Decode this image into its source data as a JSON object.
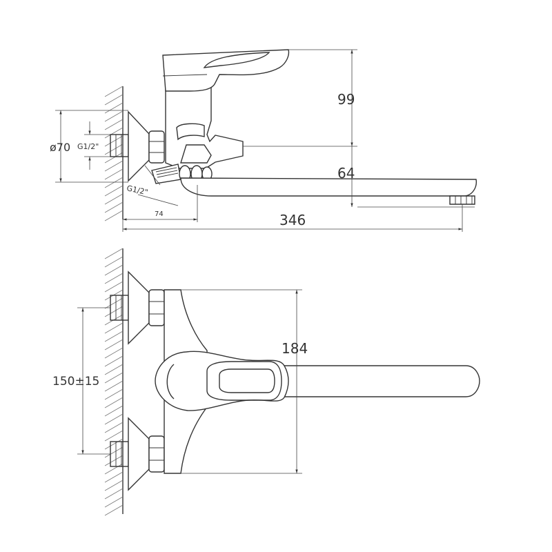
{
  "side_view": {
    "dim_height_upper": "99",
    "dim_height_lower": "64",
    "dim_length": "346",
    "dim_offset": "74",
    "dim_flange_diameter": "ø70",
    "thread_wall": "G1/2\"",
    "thread_diverter": "G1/2\""
  },
  "front_view": {
    "dim_depth": "184",
    "dim_center_distance": "150±15"
  }
}
